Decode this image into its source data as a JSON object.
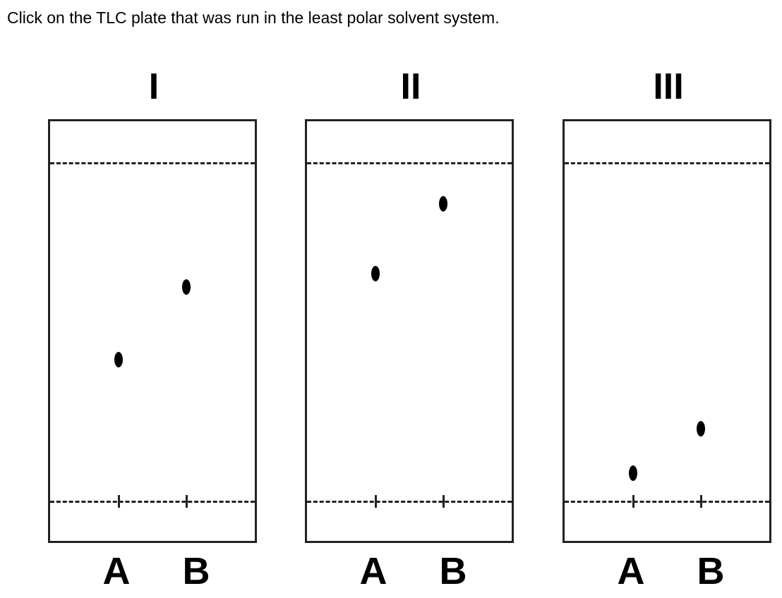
{
  "question": "Click on the TLC plate that was run in the least polar solvent system.",
  "plates": [
    {
      "title": "I",
      "lane_a": "A",
      "lane_b": "B",
      "rf_a": 0.42,
      "rf_b": 0.635
    },
    {
      "title": "II",
      "lane_a": "A",
      "lane_b": "B",
      "rf_a": 0.675,
      "rf_b": 0.88
    },
    {
      "title": "III",
      "lane_a": "A",
      "lane_b": "B",
      "rf_a": 0.085,
      "rf_b": 0.215
    }
  ]
}
